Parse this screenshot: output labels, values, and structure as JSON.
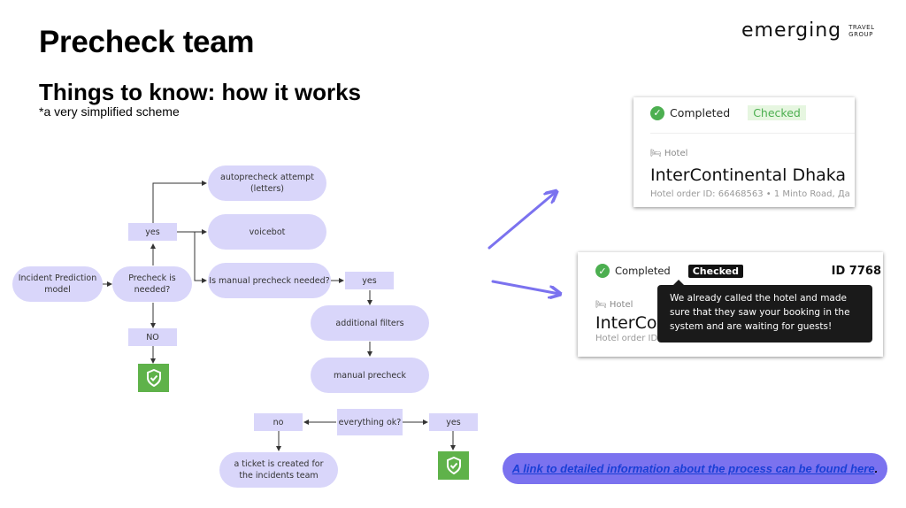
{
  "header": {
    "title": "Precheck team",
    "subtitle": "Things to know: how it works",
    "note": "*a very simplified scheme"
  },
  "logo": {
    "main": "emerging",
    "sub_line1": "TRAVEL",
    "sub_line2": "GROUP"
  },
  "flowchart": {
    "nodes": {
      "incident_model": "Incident Prediction model",
      "precheck_needed": "Precheck is needed?",
      "yes_top": "yes",
      "no_top": "NO",
      "autoprecheck": "autoprecheck attempt (letters)",
      "voicebot": "voicebot",
      "manual_needed": "Is manual precheck needed?",
      "yes_manual": "yes",
      "additional_filters": "additional filters",
      "manual_precheck": "manual precheck",
      "everything_ok": "everything ok?",
      "no_bottom": "no",
      "yes_bottom": "yes",
      "ticket": "a ticket is created for the incidents team"
    },
    "colors": {
      "node": "#d9d6fa",
      "success": "#5fb24a",
      "arrow": "#7b72ef"
    }
  },
  "screenshot_before": {
    "status": "Completed",
    "badge": "Checked",
    "type_label": "Hotel",
    "hotel_name": "InterContinental Dhaka",
    "meta": "Hotel order ID: 66468563 • 1 Minto Road, Да"
  },
  "screenshot_after": {
    "status": "Completed",
    "badge": "Checked",
    "order_id": "ID 7768",
    "type_label": "Hotel",
    "hotel_name": "InterContinental Dhaka",
    "meta": "Hotel order ID: 66468563",
    "tooltip": "We already called the hotel and made sure that they saw your booking in the system and are waiting for guests!"
  },
  "footer_link": {
    "text": "A link to detailed information about the process can be found here",
    "suffix": "."
  }
}
